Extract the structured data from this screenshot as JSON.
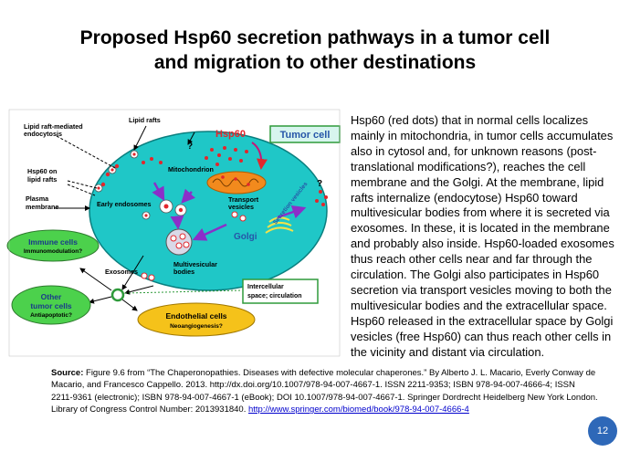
{
  "title": {
    "line1": "Proposed Hsp60 secretion pathways in a tumor cell",
    "line2": "and migration to other destinations"
  },
  "diagram": {
    "lipid_raft_endocytosis_l1": "Lipid raft-mediated",
    "lipid_raft_endocytosis_l2": "endocytosis",
    "lipid_rafts": "Lipid rafts",
    "hsp60": "Hsp60",
    "tumor_cell": "Tumor cell",
    "hsp60_on_rafts_l1": "Hsp60 on",
    "hsp60_on_rafts_l2": "lipid  rafts",
    "plasma_membrane_l1": "Plasma",
    "plasma_membrane_l2": "membrane",
    "mitochondrion": "Mitochondrion",
    "early_endosomes": "Early endosomes",
    "transport_vesicles_l1": "Transport",
    "transport_vesicles_l2": "vesicles",
    "secretion_vesicles": "Secretion vesicles",
    "golgi": "Golgi",
    "question_mark": "?",
    "immune_cells": "Immune cells",
    "immunomodulation": "Immunomodulation?",
    "multivesicular_l1": "Multivesicular",
    "multivesicular_l2": "bodies",
    "exosomes": "Exosomes",
    "other_tumor_l1": "Other",
    "other_tumor_l2": "tumor cells",
    "antiapoptotic": "Antiapoptotic?",
    "intercellular_l1": "Intercellular",
    "intercellular_l2": "space; circulation",
    "endothelial": "Endothelial cells",
    "neoangiogenesis": "Neoangiogenesis?"
  },
  "body_text": "Hsp60 (red dots) that in normal cells localizes mainly in mitochondria, in tumor cells accumulates also in cytosol and, for unknown reasons (post-translational modifications?), reaches the cell membrane and the Golgi. At the membrane, lipid rafts internalize (endocytose) Hsp60 toward multivesicular bodies from where it is secreted via exosomes. In these, it is located in the membrane and probably also inside. Hsp60-loaded exosomes thus reach other cells near and far through the circulation. The Golgi also participates in Hsp60 secretion via transport vesicles moving to both the multivesicular bodies and the extracellular space. Hsp60 released in the extracellular space by Golgi vesicles (free Hsp60) can thus reach other cells in the vicinity and distant via circulation.",
  "source": {
    "label": "Source:",
    "text": " Figure 9.6 from “The Chaperonopathies. Diseases with defective molecular chaperones.”  By Alberto J. L. Macario, Everly Conway de Macario, and Francesco Cappello. 2013. http://dx.doi.org/10.1007/978-94-007-4667-1. ISSN 2211-9353; ISBN 978-94-007-4666-4; ISSN 2211-9361 (electronic); ISBN 978-94-007-4667-1 (eBook); DOI 10.1007/978-94-007-4667-1. Springer Dordrecht Heidelberg New York London. Library of Congress Control Number: 2013931840. ",
    "link": "http://www.springer.com/biomed/book/978-94-007-4666-4"
  },
  "page_number": "12",
  "colors": {
    "cell_fill": "#1fc7c7",
    "hsp60_red": "#e3262c",
    "label_blue": "#2656a8",
    "purple_arrow": "#8b2fc9",
    "green_box": "#2e9a3a",
    "yellow_box": "#f5c21a",
    "page_badge": "#2e68b8"
  }
}
